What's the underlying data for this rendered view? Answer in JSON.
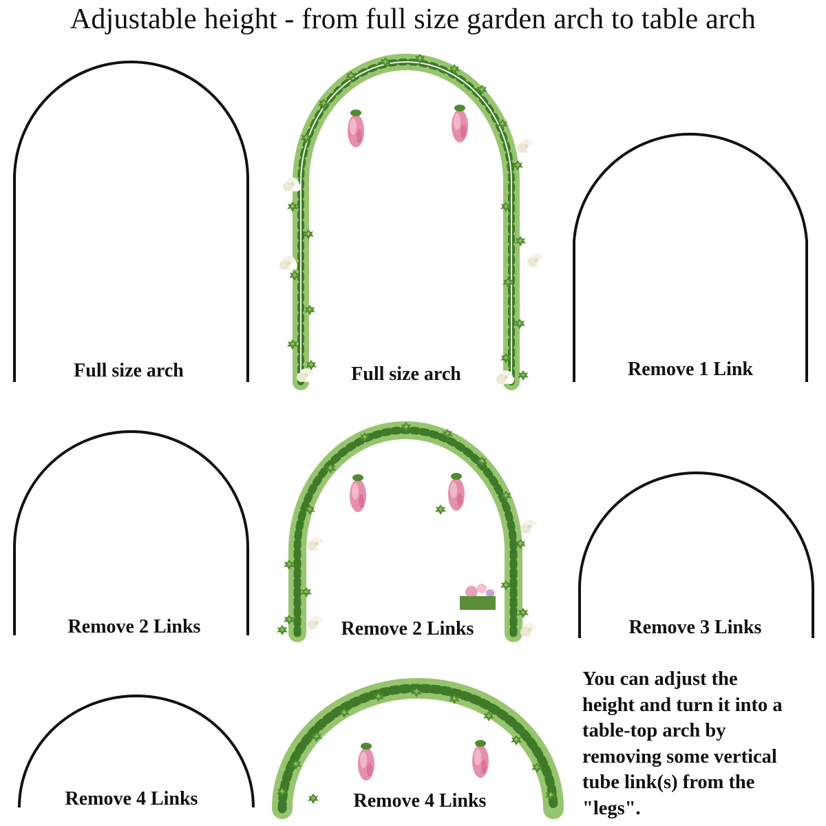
{
  "title": "Adjustable height - from full size garden arch to table arch",
  "colors": {
    "background": "#ffffff",
    "outline_arch": "#111111",
    "ivy_dark": "#3f7a2a",
    "ivy_light": "#7fb34e",
    "wisteria_pink": "#e79ab3",
    "white_flowers": "#f4f1e6"
  },
  "panels": [
    {
      "id": "outline-full",
      "style": "outline",
      "label": "Full size arch"
    },
    {
      "id": "decorated-full",
      "style": "decorated",
      "label": "Full size arch"
    },
    {
      "id": "outline-remove-1",
      "style": "outline",
      "label": "Remove 1 Link"
    },
    {
      "id": "outline-remove-2",
      "style": "outline",
      "label": "Remove 2 Links"
    },
    {
      "id": "decorated-remove-2",
      "style": "decorated",
      "label": "Remove 2 Links"
    },
    {
      "id": "outline-remove-3",
      "style": "outline",
      "label": "Remove 3 Links"
    },
    {
      "id": "outline-remove-4",
      "style": "outline",
      "label": "Remove 4 Links"
    },
    {
      "id": "decorated-remove-4",
      "style": "decorated",
      "label": "Remove 4 Links"
    }
  ],
  "note": {
    "lines": [
      "You can adjust the",
      "height and turn it into a",
      "table-top arch by",
      "removing some vertical",
      "tube link(s) from the",
      "\"legs\"."
    ]
  }
}
